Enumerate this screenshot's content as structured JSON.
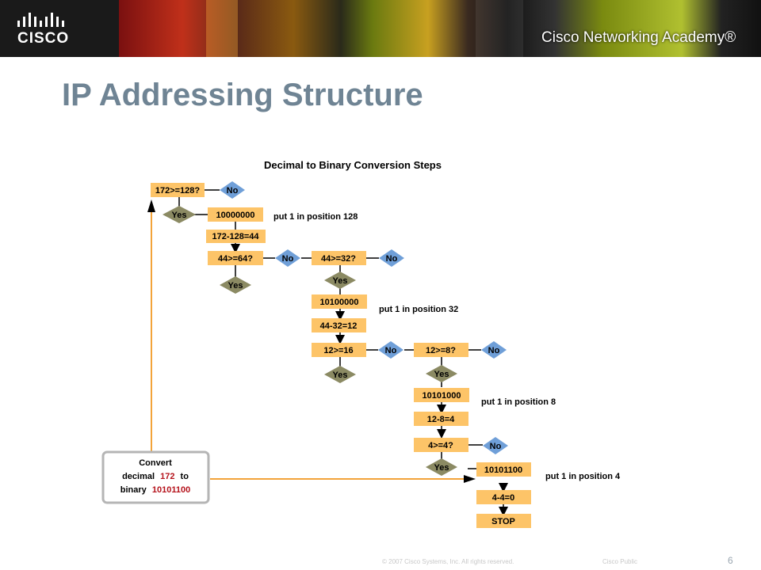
{
  "header": {
    "logo_text": "CISCO",
    "academy_text": "Cisco Networking Academy®"
  },
  "slide": {
    "title": "IP Addressing Structure"
  },
  "diagram": {
    "title": "Decimal to Binary Conversion Steps",
    "nodes": {
      "q128": "172>=128?",
      "no1": "No",
      "yes1": "Yes",
      "bin128": "10000000",
      "note128": "put 1 in position 128",
      "sub128": "172-128=44",
      "q64": "44>=64?",
      "no64": "No",
      "yes64": "Yes",
      "q32": "44>=32?",
      "no32": "No",
      "yes32": "Yes",
      "bin32": "10100000",
      "note32": "put 1 in position 32",
      "sub32": "44-32=12",
      "q16": "12>=16",
      "no16": "No",
      "yes16": "Yes",
      "q8": "12>=8?",
      "no8": "No",
      "yes8": "Yes",
      "bin8": "10101000",
      "note8": "put 1 in position 8",
      "sub8": "12-8=4",
      "q4": "4>=4?",
      "no4": "No",
      "yes4": "Yes",
      "bin4": "10101100",
      "note4": "put 1 in position 4",
      "sub4": "4-4=0",
      "stop": "STOP"
    },
    "convert_box": {
      "line1": "Convert",
      "line2_pre": "decimal",
      "line2_num": "172",
      "line2_post": "to",
      "line3_pre": "binary",
      "line3_num": "10101100"
    },
    "colors": {
      "box": "#fdc468",
      "yes": "#8b8a63",
      "no": "#6f9fd8",
      "orange_line": "#f3a33a",
      "red_text": "#b5121b"
    }
  },
  "footer": {
    "copyright": "© 2007 Cisco Systems, Inc. All rights reserved.",
    "classification": "Cisco Public",
    "page_number": "6"
  }
}
